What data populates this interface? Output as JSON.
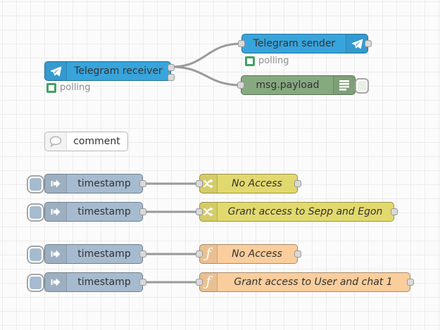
{
  "workspace": {
    "grid_size": 20
  },
  "colors": {
    "telegram": "#38a4dc",
    "inject": "#a6bbcf",
    "switch": "#e2d96e",
    "function": "#f9cd9c",
    "debug": "#87a980",
    "comment": "#ffffff",
    "status_ok": "#45a163",
    "wire": "#9a9a9a"
  },
  "nodes": {
    "telegram_receiver": {
      "label": "Telegram receiver",
      "status": "polling"
    },
    "telegram_sender": {
      "label": "Telegram sender",
      "status": "polling"
    },
    "msg_payload": {
      "label": "msg.payload"
    },
    "comment": {
      "label": "comment"
    },
    "inject1": {
      "label": "timestamp"
    },
    "inject2": {
      "label": "timestamp"
    },
    "inject3": {
      "label": "timestamp"
    },
    "inject4": {
      "label": "timestamp"
    },
    "switch_no_access": {
      "label": "No Access"
    },
    "switch_grant": {
      "label": "Grant access to Sepp and Egon"
    },
    "function_no_access": {
      "label": "No Access"
    },
    "function_grant": {
      "label": "Grant access to User and chat 1"
    }
  }
}
